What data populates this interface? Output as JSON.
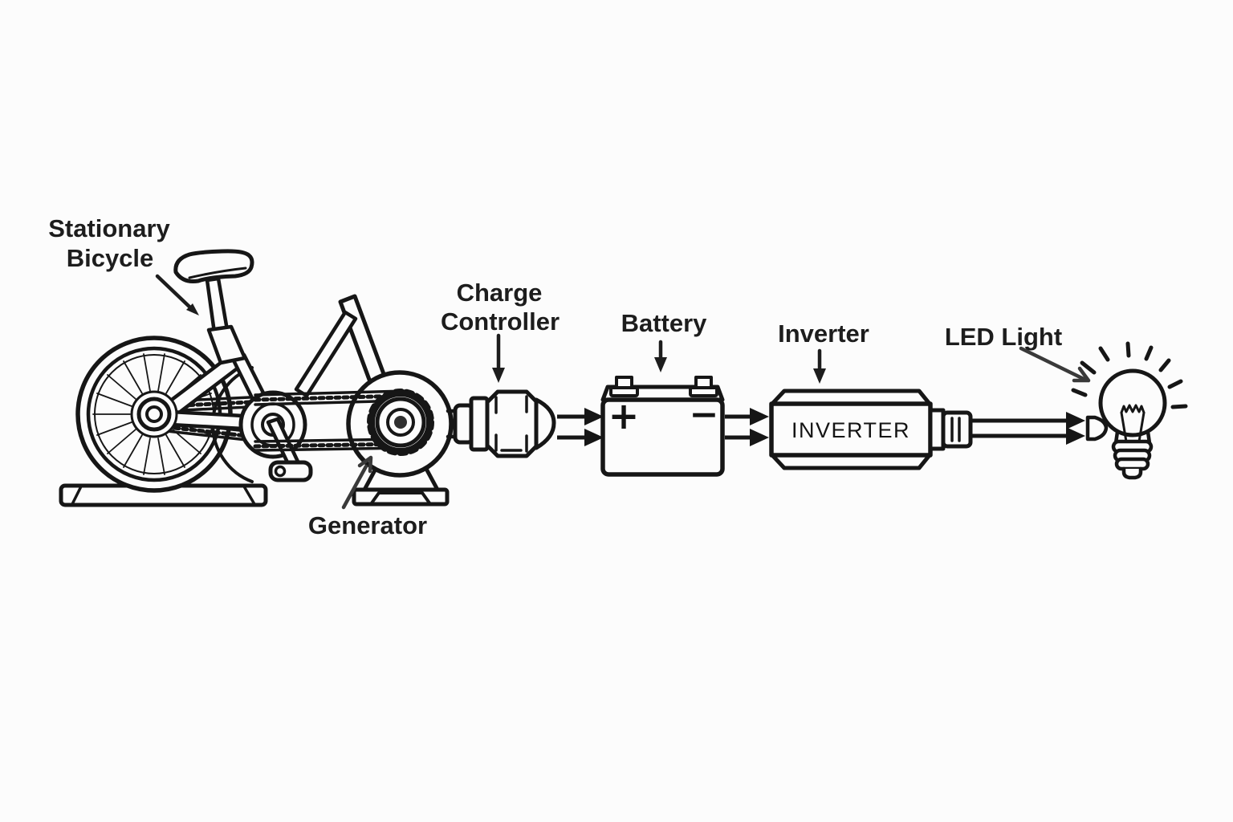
{
  "page": {
    "background": "#fcfcfc",
    "ink": "#161616",
    "text_color": "#1d1d1d"
  },
  "labels": {
    "stationary_bicycle": {
      "line1": "Stationary",
      "line2": "Bicycle"
    },
    "generator": "Generator",
    "charge_controller": {
      "line1": "Charge",
      "line2": "Controller"
    },
    "battery": "Battery",
    "inverter": "Inverter",
    "led_light": "LED Light"
  },
  "markings": {
    "battery_positive": "+",
    "battery_negative": "−",
    "inverter_body": "INVERTER"
  },
  "flow_sequence": [
    "Stationary Bicycle",
    "Generator",
    "Charge Controller",
    "Battery",
    "Inverter",
    "LED Light"
  ]
}
